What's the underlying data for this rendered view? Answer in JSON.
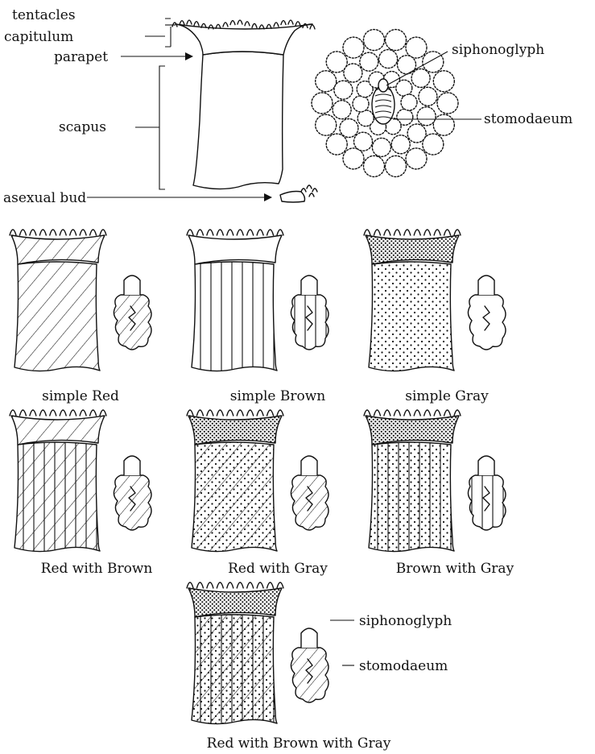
{
  "anatomy": {
    "labels": {
      "tentacles": "tentacles",
      "capitulum": "capitulum",
      "parapet": "parapet",
      "scapus": "scapus",
      "asexual_bud": "asexual bud",
      "siphonoglyph": "siphonoglyph",
      "stomodaeum": "stomodaeum"
    }
  },
  "morphs": [
    {
      "key": "simple-red",
      "caption": "simple Red",
      "pattern": "red"
    },
    {
      "key": "simple-brown",
      "caption": "simple Brown",
      "pattern": "brown"
    },
    {
      "key": "simple-gray",
      "caption": "simple Gray",
      "pattern": "gray"
    },
    {
      "key": "red-with-brown",
      "caption": "Red with Brown",
      "pattern": "red-brown"
    },
    {
      "key": "red-with-gray",
      "caption": "Red with Gray",
      "pattern": "red-gray"
    },
    {
      "key": "brown-with-gray",
      "caption": "Brown with Gray",
      "pattern": "brown-gray"
    },
    {
      "key": "red-with-brown-with-gray",
      "caption": "Red with Brown with Gray",
      "pattern": "red-brown-gray"
    }
  ],
  "pattern_legend": {
    "red": "diagonal hatching",
    "brown": "vertical lines",
    "gray": "stippled dots"
  },
  "bottom_labels": {
    "siphonoglyph": "siphonoglyph",
    "stomodaeum": "stomodaeum"
  }
}
